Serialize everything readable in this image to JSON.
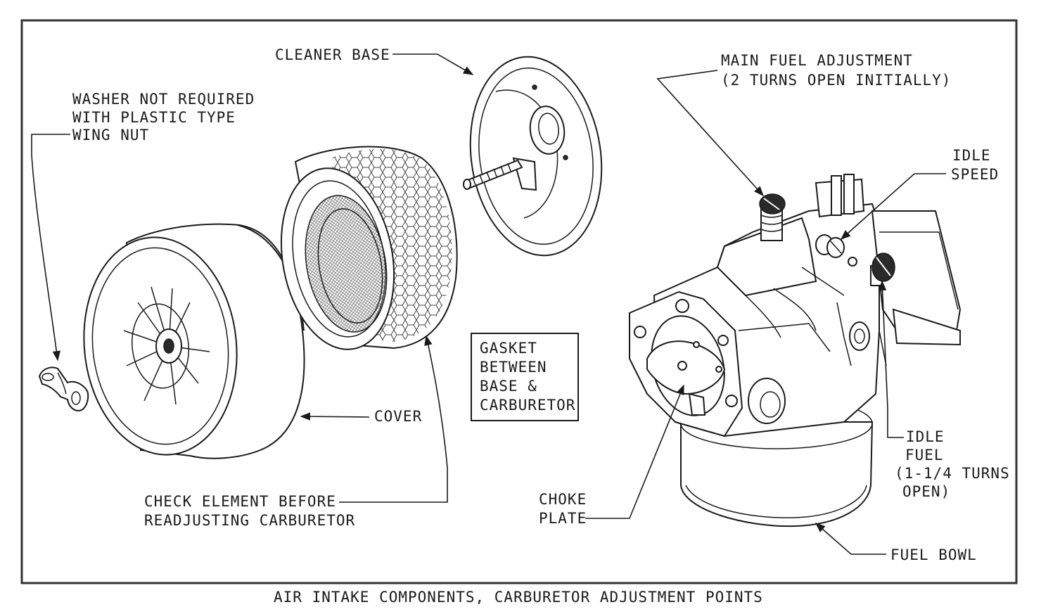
{
  "labels": {
    "cleaner_base": "CLEANER BASE",
    "washer_1": "WASHER NOT REQUIRED",
    "washer_2": "WITH PLASTIC TYPE",
    "washer_3": "WING NUT",
    "cover": "COVER",
    "check_1": "CHECK ELEMENT BEFORE",
    "check_2": "READJUSTING CARBURETOR",
    "gasket_1": "GASKET",
    "gasket_2": "BETWEEN",
    "gasket_3": "BASE &",
    "gasket_4": "CARBURETOR",
    "main_fuel_1": "MAIN FUEL ADJUSTMENT",
    "main_fuel_2": "(2 TURNS OPEN INITIALLY)",
    "idle_speed_1": "IDLE",
    "idle_speed_2": "SPEED",
    "idle_fuel_1": "IDLE",
    "idle_fuel_2": "FUEL",
    "idle_fuel_3": "(1-1/4 TURNS",
    "idle_fuel_4": "OPEN)",
    "choke_1": "CHOKE",
    "choke_2": "PLATE",
    "fuel_bowl": "FUEL BOWL"
  },
  "caption": "AIR INTAKE COMPONENTS, CARBURETOR ADJUSTMENT POINTS"
}
